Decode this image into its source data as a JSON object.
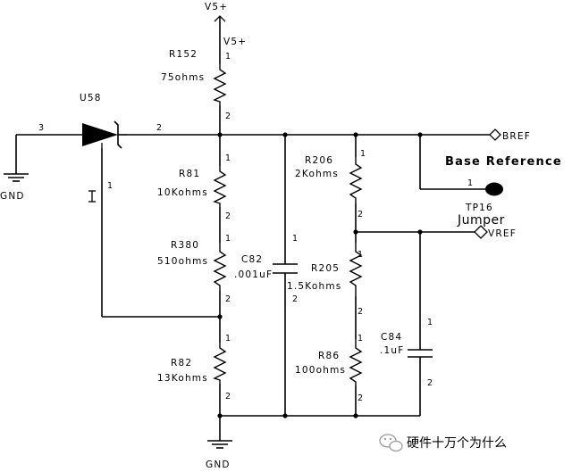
{
  "power": {
    "top_label": "V5+",
    "net_label": "V5+"
  },
  "grounds": {
    "left": "GND",
    "bottom": "GND"
  },
  "diode": {
    "ref": "U58",
    "pin_anode": "3",
    "pin_cathode": "2",
    "pin_ref": "1"
  },
  "resistors": [
    {
      "ref": "R152",
      "value": "75ohms",
      "pin1": "1",
      "pin2": "2"
    },
    {
      "ref": "R81",
      "value": "10Kohms",
      "pin1": "1",
      "pin2": "2"
    },
    {
      "ref": "R380",
      "value": "510ohms",
      "pin1": "1",
      "pin2": "2"
    },
    {
      "ref": "R82",
      "value": "13Kohms",
      "pin1": "1",
      "pin2": "2"
    },
    {
      "ref": "R206",
      "value": "2Kohms",
      "pin1": "1",
      "pin2": "2"
    },
    {
      "ref": "R205",
      "value": "1.5Kohms",
      "pin1": "1",
      "pin2": "2"
    },
    {
      "ref": "R86",
      "value": "100ohms",
      "pin1": "1",
      "pin2": "2"
    }
  ],
  "capacitors": [
    {
      "ref": "C82",
      "value": ".001uF",
      "pin1": "1",
      "pin2": "2"
    },
    {
      "ref": "C84",
      "value": ".1uF",
      "pin1": "1",
      "pin2": "2"
    }
  ],
  "ports": {
    "bref": "BREF",
    "vref": "VREF"
  },
  "testpoint": {
    "ref": "TP16",
    "pin": "1",
    "title": "Base Reference",
    "jumper": "Jumper"
  },
  "watermark": {
    "text": "硬件十万个为什么",
    "icon": "wechat-icon"
  }
}
